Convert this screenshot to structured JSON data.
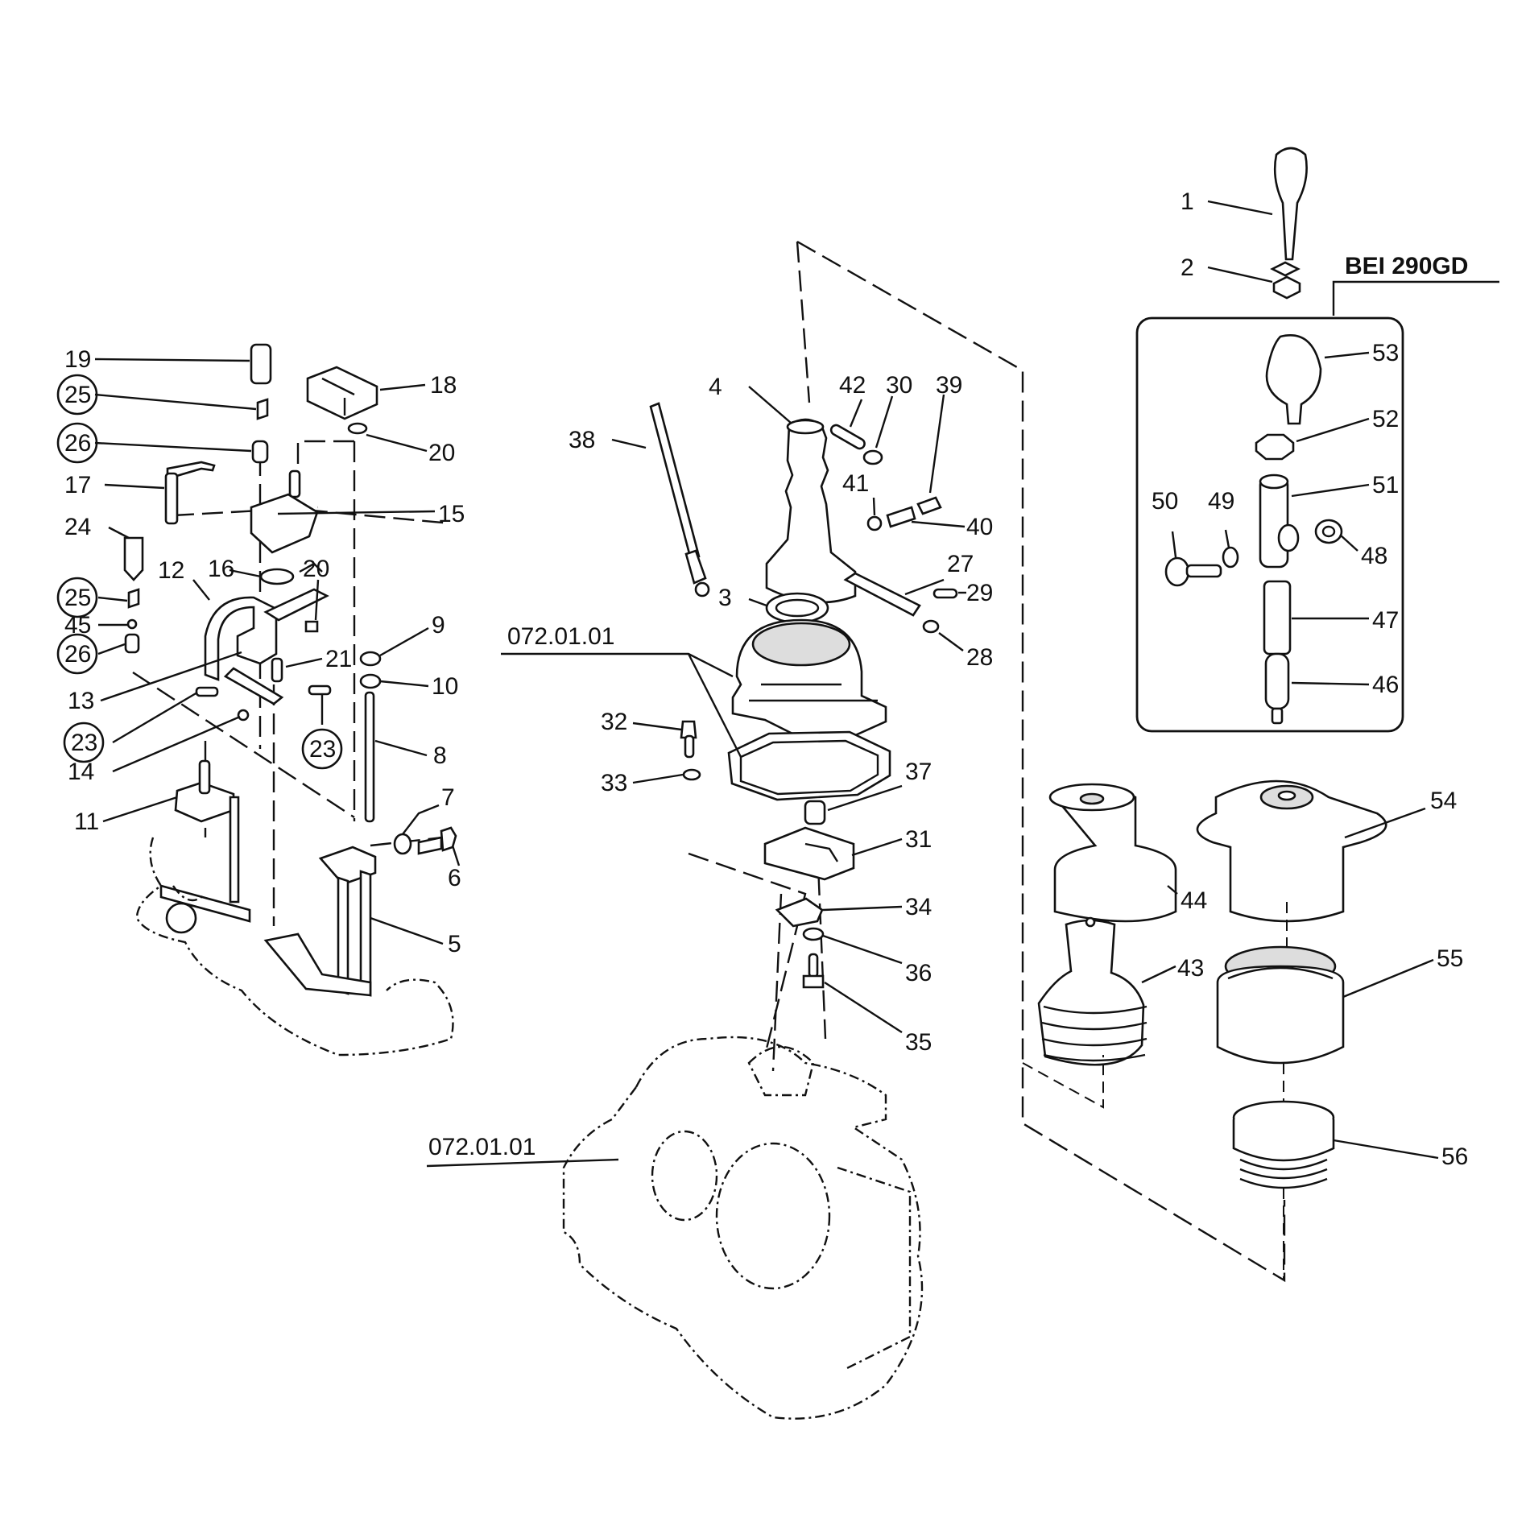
{
  "callouts": [
    {
      "id": "c1",
      "text": "1"
    },
    {
      "id": "c2",
      "text": "2"
    },
    {
      "id": "c3",
      "text": "3"
    },
    {
      "id": "c4",
      "text": "4"
    },
    {
      "id": "c5",
      "text": "5"
    },
    {
      "id": "c6",
      "text": "6"
    },
    {
      "id": "c7",
      "text": "7"
    },
    {
      "id": "c8",
      "text": "8"
    },
    {
      "id": "c9",
      "text": "9"
    },
    {
      "id": "c10",
      "text": "10"
    },
    {
      "id": "c11",
      "text": "11"
    },
    {
      "id": "c12",
      "text": "12"
    },
    {
      "id": "c13",
      "text": "13"
    },
    {
      "id": "c14",
      "text": "14"
    },
    {
      "id": "c15",
      "text": "15"
    },
    {
      "id": "c16",
      "text": "16"
    },
    {
      "id": "c17",
      "text": "17"
    },
    {
      "id": "c18",
      "text": "18"
    },
    {
      "id": "c19",
      "text": "19"
    },
    {
      "id": "c20a",
      "text": "20"
    },
    {
      "id": "c20b",
      "text": "20"
    },
    {
      "id": "c21",
      "text": "21"
    },
    {
      "id": "c23a",
      "text": "23"
    },
    {
      "id": "c23b",
      "text": "23"
    },
    {
      "id": "c24",
      "text": "24"
    },
    {
      "id": "c25a",
      "text": "25"
    },
    {
      "id": "c25b",
      "text": "25"
    },
    {
      "id": "c26a",
      "text": "26"
    },
    {
      "id": "c26b",
      "text": "26"
    },
    {
      "id": "c27",
      "text": "27"
    },
    {
      "id": "c28",
      "text": "28"
    },
    {
      "id": "c29",
      "text": "29"
    },
    {
      "id": "c30",
      "text": "30"
    },
    {
      "id": "c31",
      "text": "31"
    },
    {
      "id": "c32",
      "text": "32"
    },
    {
      "id": "c33",
      "text": "33"
    },
    {
      "id": "c34",
      "text": "34"
    },
    {
      "id": "c35",
      "text": "35"
    },
    {
      "id": "c36",
      "text": "36"
    },
    {
      "id": "c37",
      "text": "37"
    },
    {
      "id": "c38",
      "text": "38"
    },
    {
      "id": "c39",
      "text": "39"
    },
    {
      "id": "c40",
      "text": "40"
    },
    {
      "id": "c41",
      "text": "41"
    },
    {
      "id": "c42",
      "text": "42"
    },
    {
      "id": "c43",
      "text": "43"
    },
    {
      "id": "c44",
      "text": "44"
    },
    {
      "id": "c45",
      "text": "45"
    },
    {
      "id": "c46",
      "text": "46"
    },
    {
      "id": "c47",
      "text": "47"
    },
    {
      "id": "c48",
      "text": "48"
    },
    {
      "id": "c49",
      "text": "49"
    },
    {
      "id": "c50",
      "text": "50"
    },
    {
      "id": "c51",
      "text": "51"
    },
    {
      "id": "c52",
      "text": "52"
    },
    {
      "id": "c53",
      "text": "53"
    },
    {
      "id": "c54",
      "text": "54"
    },
    {
      "id": "c55",
      "text": "55"
    },
    {
      "id": "c56",
      "text": "56"
    }
  ],
  "refs": {
    "ref_upper": "072.01.01",
    "ref_lower": "072.01.01",
    "variant": "BEI 290GD"
  }
}
